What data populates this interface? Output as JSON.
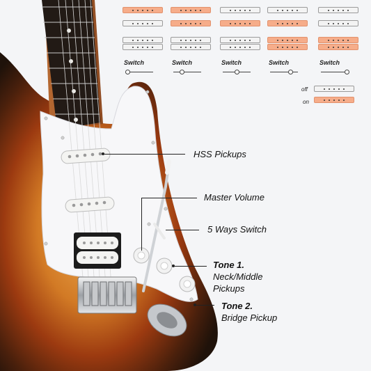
{
  "diagram": {
    "switch_label": "Switch",
    "legend_off": "off",
    "legend_on": "on",
    "positions": [
      {
        "rows": [
          "on",
          "off",
          "off"
        ],
        "knob": 0.0
      },
      {
        "rows": [
          "on",
          "on",
          "off"
        ],
        "knob": 0.25
      },
      {
        "rows": [
          "off",
          "on",
          "off"
        ],
        "knob": 0.5
      },
      {
        "rows": [
          "off",
          "on",
          "on"
        ],
        "knob": 0.75
      },
      {
        "rows": [
          "off",
          "off",
          "on"
        ],
        "knob": 1.0
      }
    ]
  },
  "callouts": {
    "hss": "HSS Pickups",
    "master_volume": "Master Volume",
    "five_way": "5 Ways Switch",
    "tone1_title": "Tone 1.",
    "tone1_desc1": "Neck/Middle",
    "tone1_desc2": "Pickups",
    "tone2_title": "Tone 2.",
    "tone2_desc": "Bridge Pickup"
  },
  "colors": {
    "on": "#f6ad8a",
    "off": "#f3f3f3",
    "pickguard": "#f7f7f9",
    "sunburst_outer": "#2a1a0f",
    "sunburst_mid": "#b5450f",
    "sunburst_center": "#e9a247"
  }
}
